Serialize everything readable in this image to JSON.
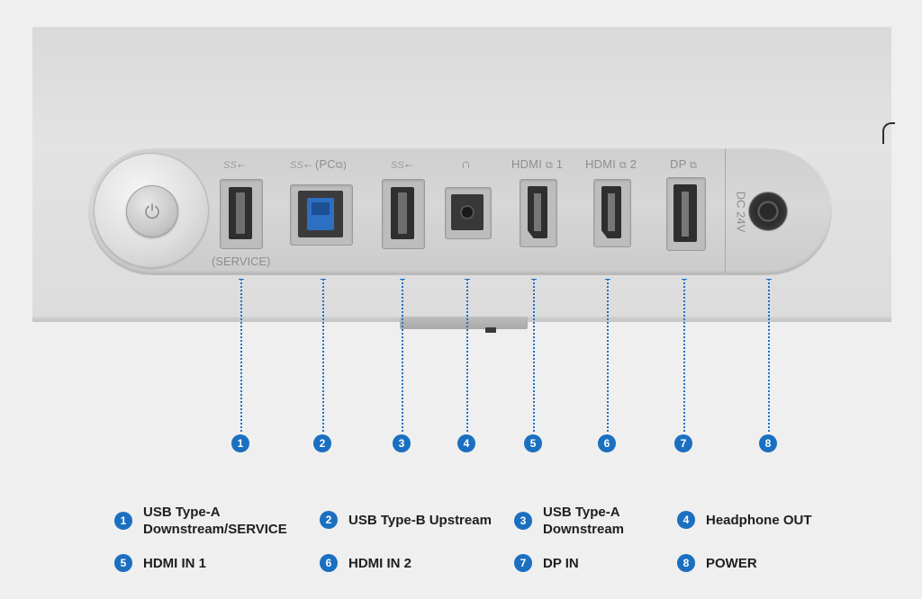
{
  "ports": [
    {
      "num": "1",
      "port_label": "",
      "ss": "SS",
      "sub_label": "(SERVICE)"
    },
    {
      "num": "2",
      "port_label": "(PC",
      "ss": "SS",
      "sub_label": ""
    },
    {
      "num": "3",
      "port_label": "",
      "ss": "SS",
      "sub_label": ""
    },
    {
      "num": "4",
      "port_label": "",
      "ss": "",
      "sub_label": ""
    },
    {
      "num": "5",
      "port_label": "HDMI",
      "suffix": "1",
      "ss": "",
      "sub_label": ""
    },
    {
      "num": "6",
      "port_label": "HDMI",
      "suffix": "2",
      "ss": "",
      "sub_label": ""
    },
    {
      "num": "7",
      "port_label": "DP",
      "suffix": "",
      "ss": "",
      "sub_label": ""
    },
    {
      "num": "8",
      "port_label": "DC 24V",
      "ss": "",
      "sub_label": ""
    }
  ],
  "legend": [
    {
      "num": "1",
      "text": "USB Type-A\nDownstream/SERVICE"
    },
    {
      "num": "2",
      "text": "USB Type-B Upstream"
    },
    {
      "num": "3",
      "text": "USB Type-A\nDownstream"
    },
    {
      "num": "4",
      "text": "Headphone OUT"
    },
    {
      "num": "5",
      "text": "HDMI IN 1"
    },
    {
      "num": "6",
      "text": "HDMI IN 2"
    },
    {
      "num": "7",
      "text": "DP IN"
    },
    {
      "num": "8",
      "text": "POWER"
    }
  ],
  "colors": {
    "accent": "#1b6fc0",
    "leader": "#1a73c9",
    "panel": "#d9d9d9",
    "text": "#1e1e1e"
  },
  "icons": {
    "power_button": "power-icon",
    "headphone": "headphone-icon",
    "usb_ss": "usb-superspeed-icon",
    "arc_input": "hdmi-arc-icon"
  }
}
